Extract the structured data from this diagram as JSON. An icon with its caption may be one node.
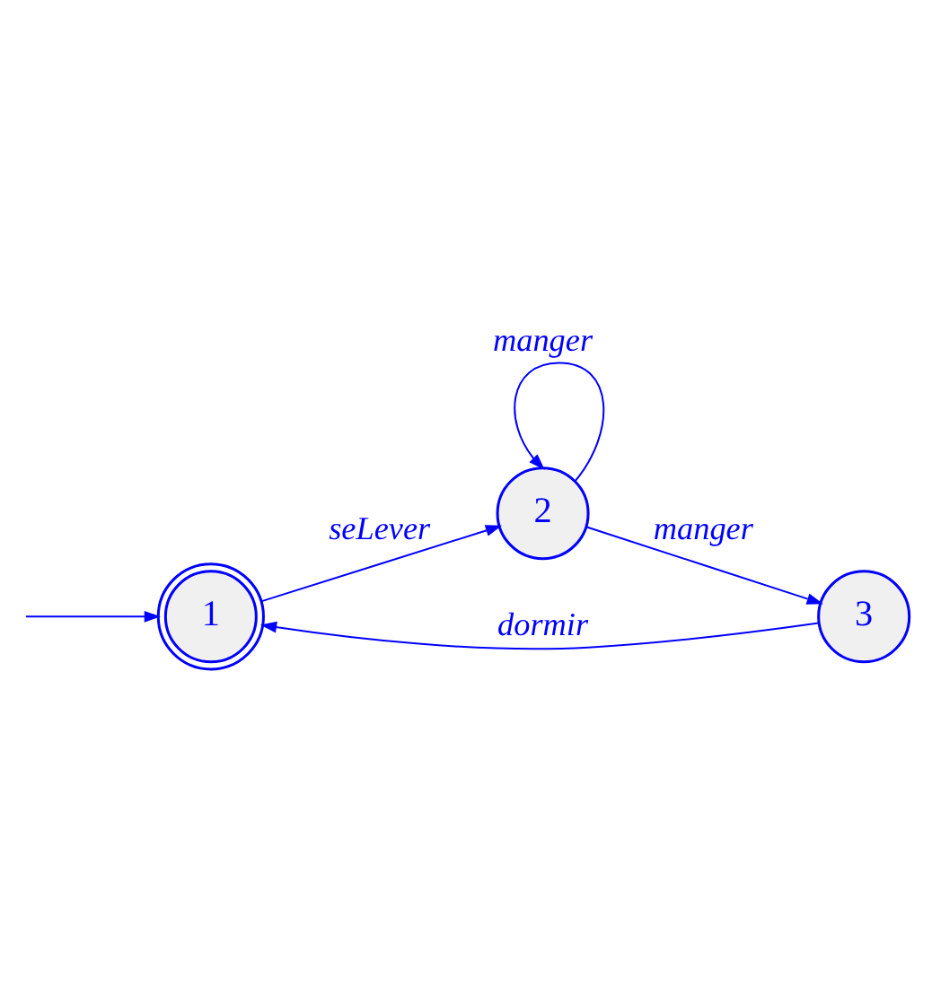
{
  "diagram": {
    "nodes": [
      {
        "text": [
          "1"
        ]
      },
      {
        "text": [
          "2"
        ]
      },
      {
        "text": [
          "3"
        ]
      }
    ],
    "edges": [
      {
        "from": null,
        "to": 0,
        "arrow": "to"
      },
      {
        "from": 0,
        "to": 1,
        "arrow": "to",
        "label": "seLever"
      },
      {
        "from": 1,
        "to": 1,
        "arrow": "to",
        "label": "manger"
      },
      {
        "from": 1,
        "to": 2,
        "arrow": "to",
        "label": "manger"
      },
      {
        "from": 2,
        "to": 0,
        "arrow": "to",
        "label": "dormir"
      }
    ]
  }
}
